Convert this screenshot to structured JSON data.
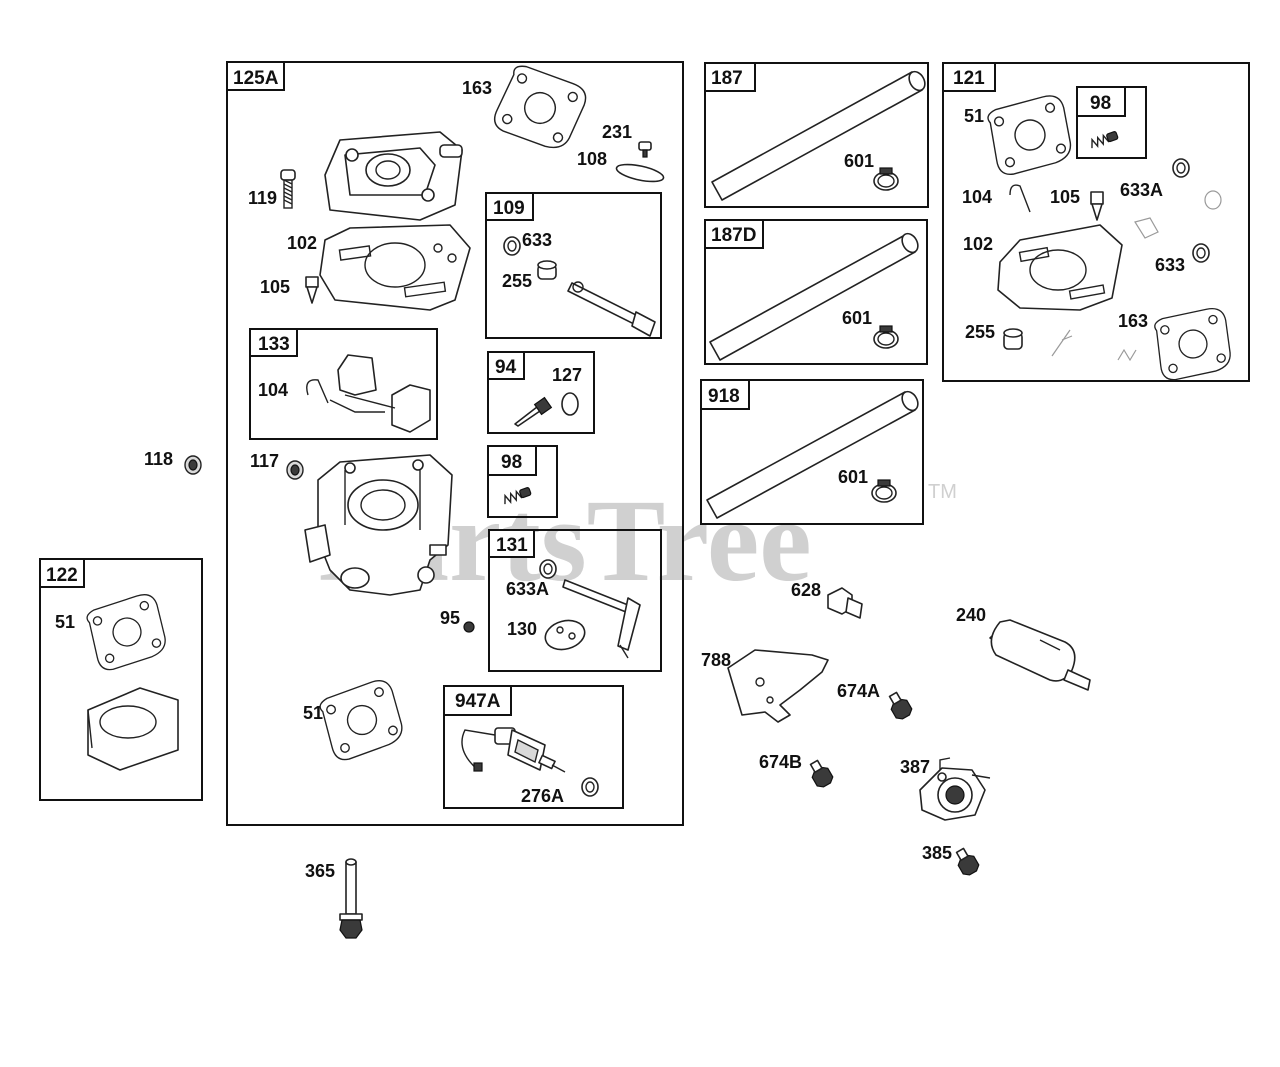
{
  "watermark": {
    "text": "PartsTree",
    "mark": "TM"
  },
  "groups": {
    "g125A": "125A",
    "g109": "109",
    "g133": "133",
    "g94": "94",
    "g98a": "98",
    "g131": "131",
    "g947A": "947A",
    "g122": "122",
    "g187": "187",
    "g187D": "187D",
    "g918": "918",
    "g121": "121",
    "g98b": "98"
  },
  "labels": {
    "p163": "163",
    "p231": "231",
    "p108": "108",
    "p119": "119",
    "p102": "102",
    "p105": "105",
    "p633_109": "633",
    "p255_109": "255",
    "p104_133": "104",
    "p127": "127",
    "p118": "118",
    "p117": "117",
    "p633A_131": "633A",
    "p130": "130",
    "p95": "95",
    "p51_main": "51",
    "p276A": "276A",
    "p51_122": "51",
    "p365": "365",
    "p601_187": "601",
    "p601_187D": "601",
    "p601_918": "601",
    "p51_121": "51",
    "p104_121": "104",
    "p105_121": "105",
    "p633A_121": "633A",
    "p102_121": "102",
    "p633_121": "633",
    "p255_121": "255",
    "p163_121": "163",
    "p628": "628",
    "p240": "240",
    "p788": "788",
    "p674A": "674A",
    "p674B": "674B",
    "p387": "387",
    "p385": "385"
  },
  "icons": [
    "gasket-icon",
    "screw-icon",
    "carburetor-body-icon",
    "float-icon",
    "needle-valve-icon",
    "spring-icon",
    "tube-icon",
    "clamp-icon",
    "fuel-filter-icon",
    "bracket-icon",
    "bolt-icon",
    "fuel-pump-icon",
    "solenoid-icon",
    "throttle-shaft-icon",
    "spacer-icon"
  ]
}
